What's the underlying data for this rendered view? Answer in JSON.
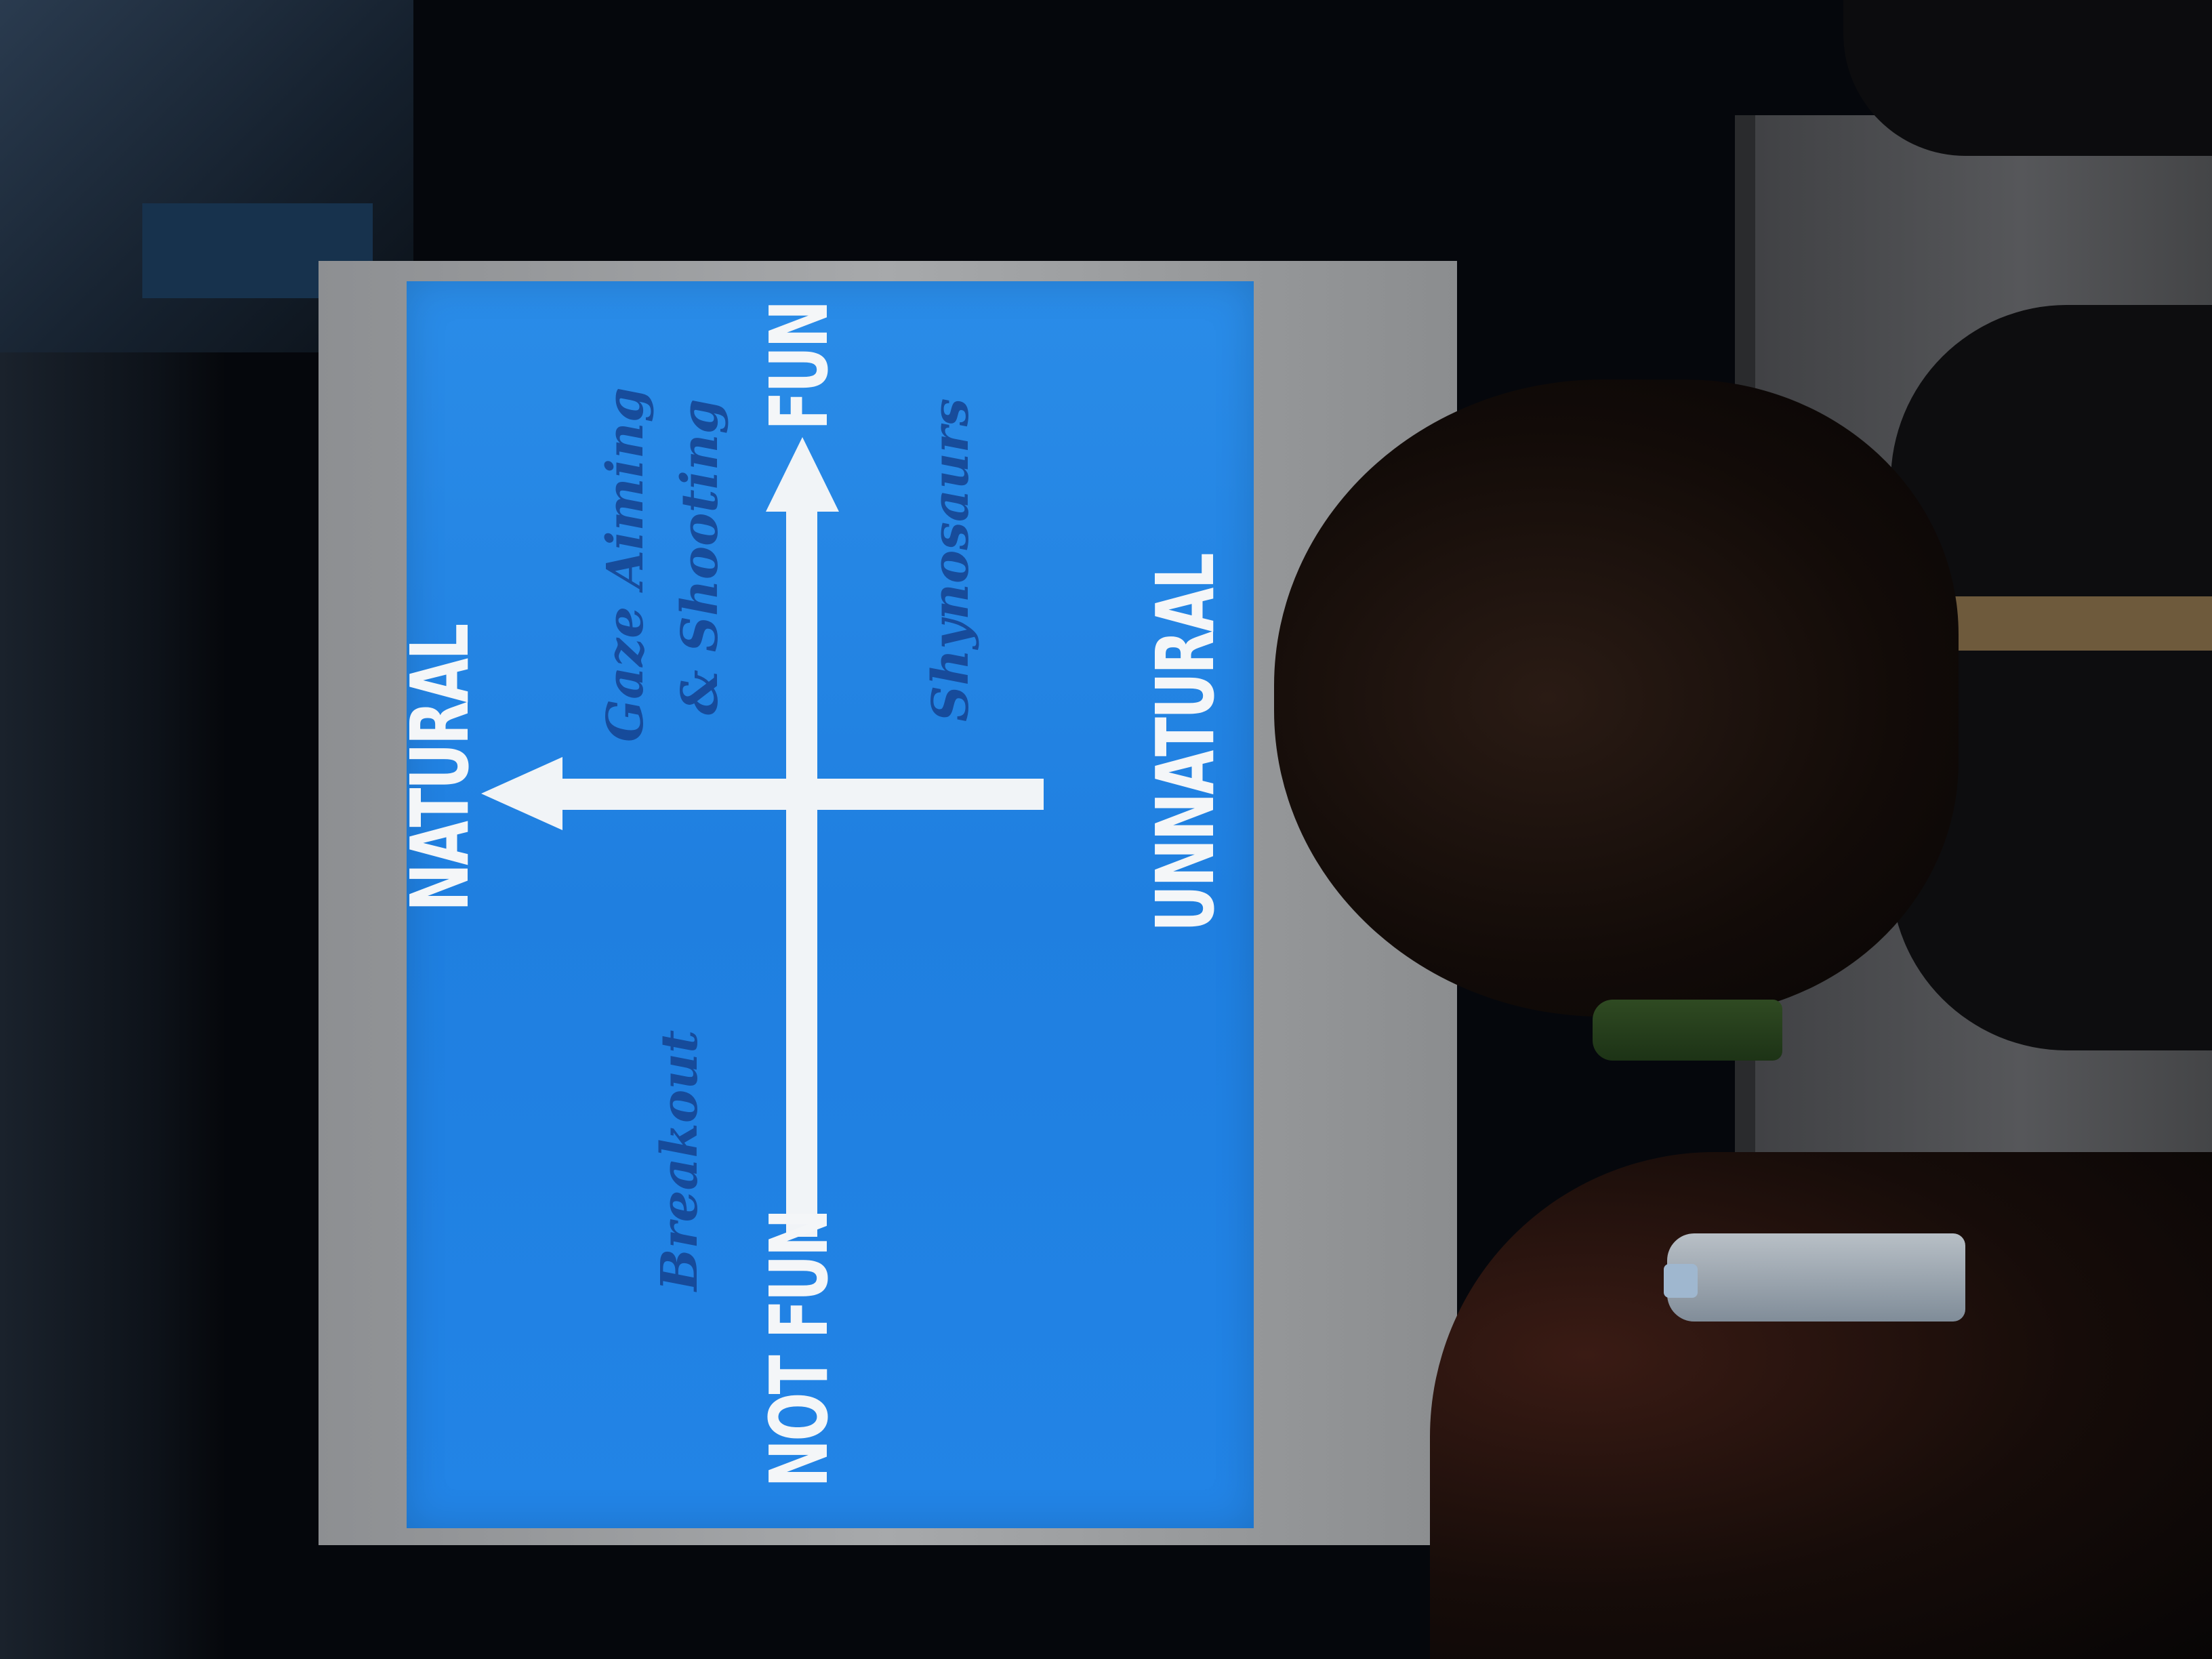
{
  "slide": {
    "axis_labels": {
      "top": "NATURAL",
      "bottom": "UNNATURAL",
      "left": "NOT FUN",
      "right": "FUN"
    },
    "items": [
      {
        "label": "Gaze Aiming",
        "quadrant": "natural-fun"
      },
      {
        "label": "& Shooting",
        "quadrant": "natural-fun"
      },
      {
        "label": "Shynosaurs",
        "quadrant": "unnatural-fun"
      },
      {
        "label": "Breakout",
        "quadrant": "natural-not-fun"
      }
    ],
    "colors": {
      "slide_background": "#2286e6",
      "axis": "#f1f4f7",
      "item_text": "#15428f"
    }
  },
  "scene": {
    "objects": [
      "projection-screen",
      "audience-member",
      "chair",
      "table",
      "green-bottle",
      "water-bottle"
    ]
  }
}
